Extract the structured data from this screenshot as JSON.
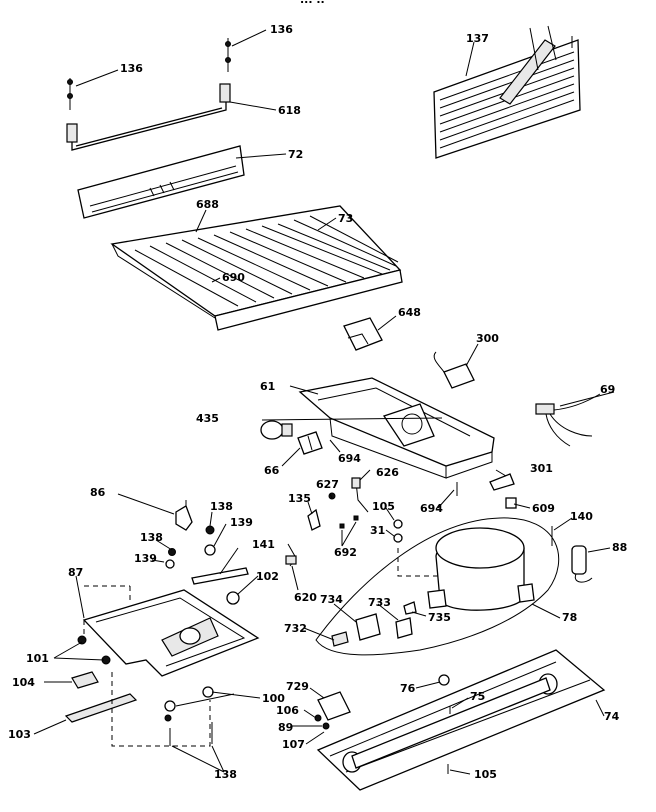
{
  "header_fragment": "... ..",
  "labels": {
    "l136a": "136",
    "l136b": "136",
    "l618": "618",
    "l72": "72",
    "l137": "137",
    "l688": "688",
    "l73": "73",
    "l690": "690",
    "l648": "648",
    "l300": "300",
    "l61": "61",
    "l69": "69",
    "l435": "435",
    "l66": "66",
    "l694a": "694",
    "l626": "626",
    "l627": "627",
    "l301": "301",
    "l86": "86",
    "l138a": "138",
    "l139a": "139",
    "l135": "135",
    "l105a": "105",
    "l694b": "694",
    "l609": "609",
    "l138b": "138",
    "l139b": "139",
    "l141": "141",
    "l31": "31",
    "l692": "692",
    "l140": "140",
    "l88": "88",
    "l87": "87",
    "l102": "102",
    "l620": "620",
    "l734": "734",
    "l733": "733",
    "l735": "735",
    "l78": "78",
    "l732": "732",
    "l101": "101",
    "l104": "104",
    "l729": "729",
    "l76": "76",
    "l75": "75",
    "l100": "100",
    "l106": "106",
    "l89": "89",
    "l74": "74",
    "l103": "103",
    "l107": "107",
    "l138c": "138",
    "l105b": "105"
  }
}
